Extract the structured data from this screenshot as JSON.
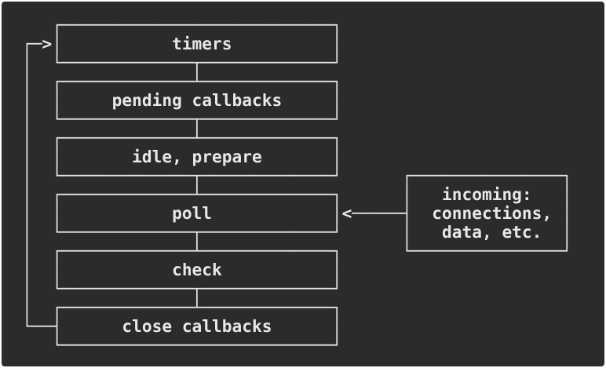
{
  "panel": {
    "background_color": "#2b2b2b",
    "text_color": "#e8e8e6",
    "border_radius": "4px"
  },
  "diagram": {
    "type": "ascii-art",
    "title": "Node.js event loop phases",
    "phases": [
      {
        "id": "timers",
        "label": "timers"
      },
      {
        "id": "pending-callbacks",
        "label": "pending callbacks"
      },
      {
        "id": "idle-prepare",
        "label": "idle, prepare"
      },
      {
        "id": "poll",
        "label": "poll"
      },
      {
        "id": "check",
        "label": "check"
      },
      {
        "id": "close-callbacks",
        "label": "close callbacks"
      }
    ],
    "side_box": {
      "id": "incoming-box",
      "lines": [
        "incoming:",
        "connections,",
        "data, etc."
      ]
    },
    "annotations": {
      "entry_arrow": "--->",
      "poll_inbound_arrow": "<-----------"
    },
    "art": "   ┌───────────────────────────┐\n┌─>│           timers          │\n│  └─────────────┬─────────────┘\n│  ┌─────────────┴─────────────┐\n│  │     pending callbacks     │\n│  └─────────────┬─────────────┘\n│  ┌─────────────┴─────────────┐\n│  │       idle, prepare       │\n│  └─────────────┬─────────────┘      ┌───────────────┐\n│  ┌─────────────┴─────────────┐      │   incoming:   │\n│  │           poll            │<─────┤  connections, │\n│  └─────────────┬─────────────┘      │   data, etc.  │\n│  ┌─────────────┴─────────────┐      └───────────────┘\n│  │           check           │\n│  └─────────────┬─────────────┘\n│  ┌─────────────┴─────────────┐\n└──┤      close callbacks      │\n   └───────────────────────────┘"
  }
}
